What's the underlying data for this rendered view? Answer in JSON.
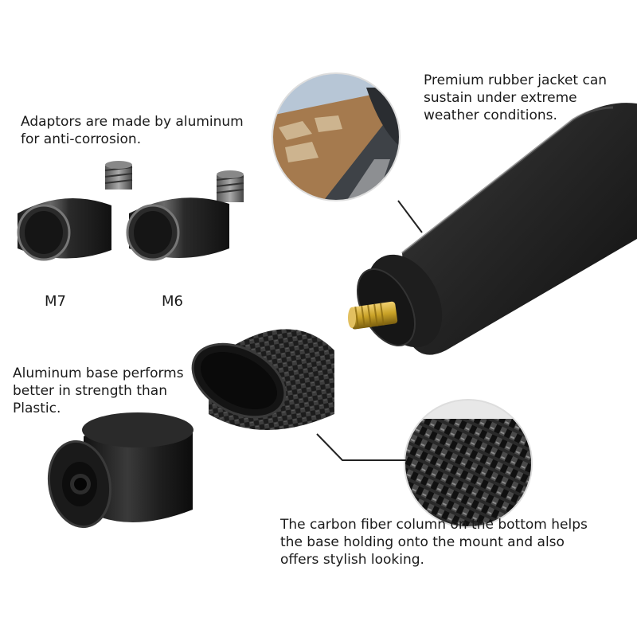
{
  "captions": {
    "adaptors": "Adaptors are made by aluminum\nfor anti-corrosion.",
    "rubber_jacket": "Premium rubber jacket can\nsustain under extreme\nweather conditions.",
    "aluminum_base": "Aluminum base performs\nbetter in strength than\nPlastic.",
    "carbon_fiber": "The carbon fiber column on the bottom helps\nthe base holding onto the mount and also\noffers stylish looking."
  },
  "adaptor_labels": {
    "m7": "M7",
    "m6": "M6"
  },
  "colors": {
    "background": "#ffffff",
    "text": "#1a1a1a",
    "rubber_black": "#222222",
    "brass": "#c9a227",
    "carbon": "#2a2a2a",
    "metal": "#3c3c3c"
  }
}
